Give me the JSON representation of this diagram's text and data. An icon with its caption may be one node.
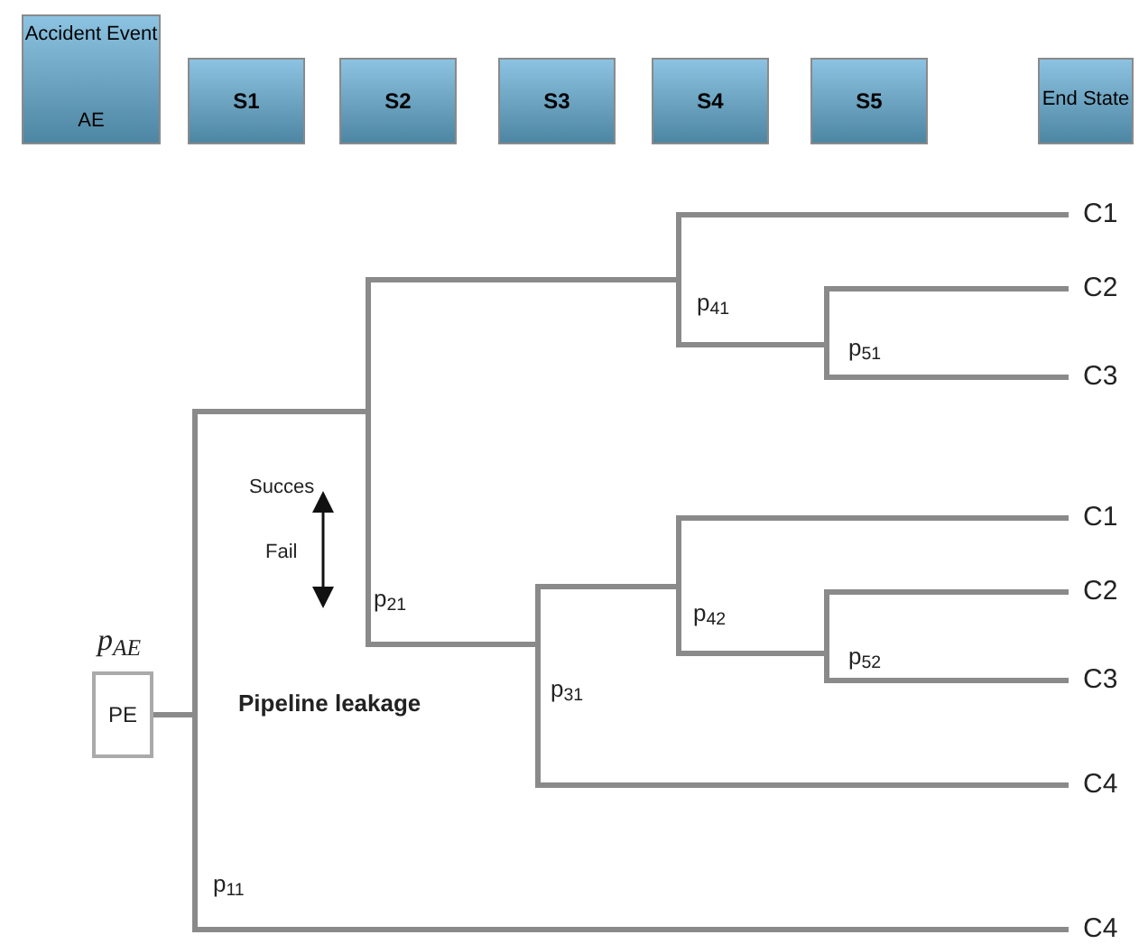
{
  "diagram": {
    "nodes": [
      {
        "text": [
          "Accident Event",
          "AE"
        ]
      },
      {
        "text": [
          "S1"
        ]
      },
      {
        "text": [
          "S2"
        ]
      },
      {
        "text": [
          "S3"
        ]
      },
      {
        "text": [
          "S4"
        ]
      },
      {
        "text": [
          "S5"
        ]
      },
      {
        "text": [
          "End State"
        ]
      },
      {
        "text": [
          "PE"
        ],
        "beside": [
          "p$_{AE}$"
        ]
      },
      {
        "text": [
          "C1"
        ]
      },
      {
        "text": [
          "C2"
        ]
      },
      {
        "text": [
          "C3"
        ]
      },
      {
        "text": [
          "C1"
        ]
      },
      {
        "text": [
          "C2"
        ]
      },
      {
        "text": [
          "C3"
        ]
      },
      {
        "text": [
          "C4"
        ]
      },
      {
        "text": [
          "C4"
        ]
      }
    ],
    "edges": [
      {
        "from": 7,
        "to": 8,
        "arrow": "none"
      },
      {
        "from": 7,
        "to": 9,
        "arrow": "none"
      },
      {
        "from": 7,
        "to": 10,
        "arrow": "none"
      },
      {
        "from": 7,
        "to": 11,
        "arrow": "none"
      },
      {
        "from": 7,
        "to": 12,
        "arrow": "none"
      },
      {
        "from": 7,
        "to": 13,
        "arrow": "none"
      },
      {
        "from": 7,
        "to": 14,
        "arrow": "none"
      },
      {
        "from": 7,
        "to": 15,
        "arrow": "none"
      }
    ],
    "labels": [
      "p$_{41}$",
      "p$_{51}$",
      "Succes",
      "Fail",
      "p$_{21}$",
      "p$_{42}$",
      "p$_{52}$",
      "Pipeline leakage",
      "p$_{31}$",
      "p$_{11}$"
    ]
  }
}
